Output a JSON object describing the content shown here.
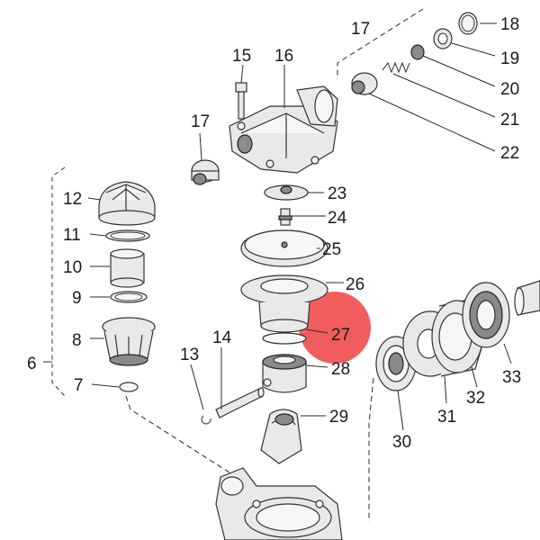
{
  "diagram": {
    "highlight_color": "#ef4b4b",
    "highlighted_part": "27",
    "callouts": {
      "c6": "6",
      "c7": "7",
      "c8": "8",
      "c9": "9",
      "c10": "10",
      "c11": "11",
      "c12": "12",
      "c13": "13",
      "c14": "14",
      "c15": "15",
      "c16": "16",
      "c17a": "17",
      "c17b": "17",
      "c18": "18",
      "c19": "19",
      "c20": "20",
      "c21": "21",
      "c22": "22",
      "c23": "23",
      "c24": "24",
      "c25": "25",
      "c26": "26",
      "c27": "27",
      "c28": "28",
      "c29": "29",
      "c30": "30",
      "c31": "31",
      "c32": "32",
      "c33": "33"
    }
  }
}
